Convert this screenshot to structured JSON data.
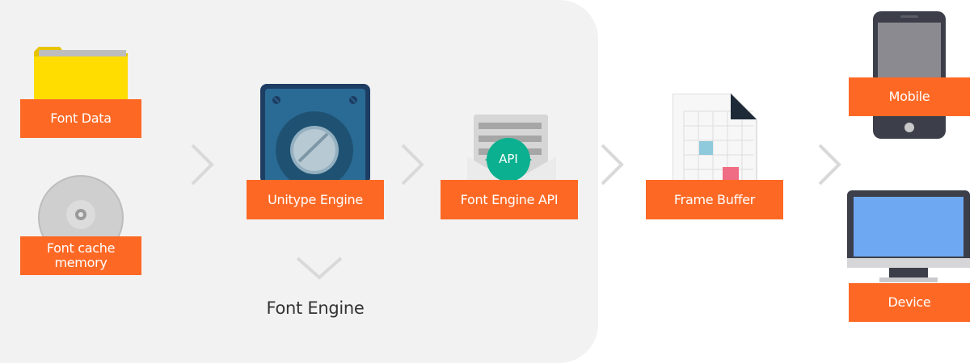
{
  "nodes": {
    "font_data": "Font Data",
    "font_cache": "Font cache\nmemory",
    "unitype_engine": "Unitype Engine",
    "font_engine_api": "Font Engine API",
    "frame_buffer": "Frame Buffer",
    "mobile": "Mobile",
    "device": "Device"
  },
  "group_label": "Font Engine",
  "api_badge": "API",
  "icons": {
    "font_data": "folder-icon",
    "font_cache": "disc-icon",
    "unitype_engine": "engine-icon",
    "font_engine_api": "api-envelope-icon",
    "frame_buffer": "grid-document-icon",
    "mobile": "smartphone-icon",
    "device": "monitor-icon",
    "arrows": "chevron-right-icon"
  },
  "colors": {
    "label_bg": "#fd6925",
    "panel_bg": "#f2f2f2",
    "arrow": "#d9d9d9"
  }
}
